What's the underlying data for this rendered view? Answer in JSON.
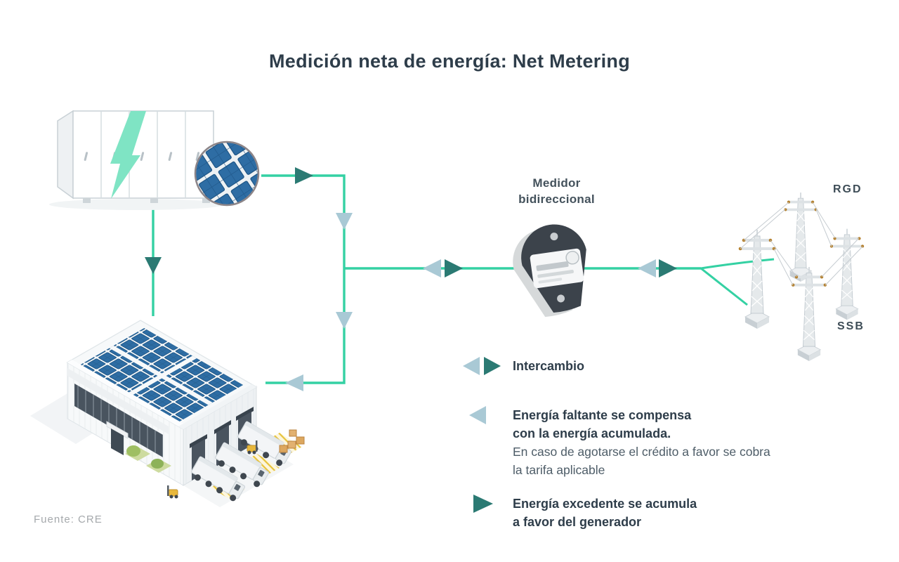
{
  "title": "Medición neta de energía: Net Metering",
  "source_label": "Fuente: CRE",
  "meter": {
    "label_line1": "Medidor",
    "label_line2": "bidireccional"
  },
  "grid_labels": {
    "rgd": "RGD",
    "ssb": "SSB"
  },
  "legend": {
    "items": [
      {
        "icon": "exchange-arrows-icon",
        "label": "Intercambio"
      },
      {
        "icon": "left-arrow-icon",
        "bold_line1": "Energía faltante se compensa",
        "bold_line2": "con la energía acumulada.",
        "normal_line1": "En caso de agotarse el crédito a favor se cobra",
        "normal_line2": "la tarifa aplicable"
      },
      {
        "icon": "right-arrow-icon",
        "bold_line1": "Energía excedente se acumula",
        "bold_line2": "a favor del generador"
      }
    ]
  },
  "colors": {
    "flow_line_teal": "#34d1a3",
    "arrow_dark_teal": "#2b7a73",
    "arrow_light_blue": "#a9c9d5",
    "heading_text": "#2e3d4a",
    "solar_panel_blue": "#2e6da4"
  }
}
